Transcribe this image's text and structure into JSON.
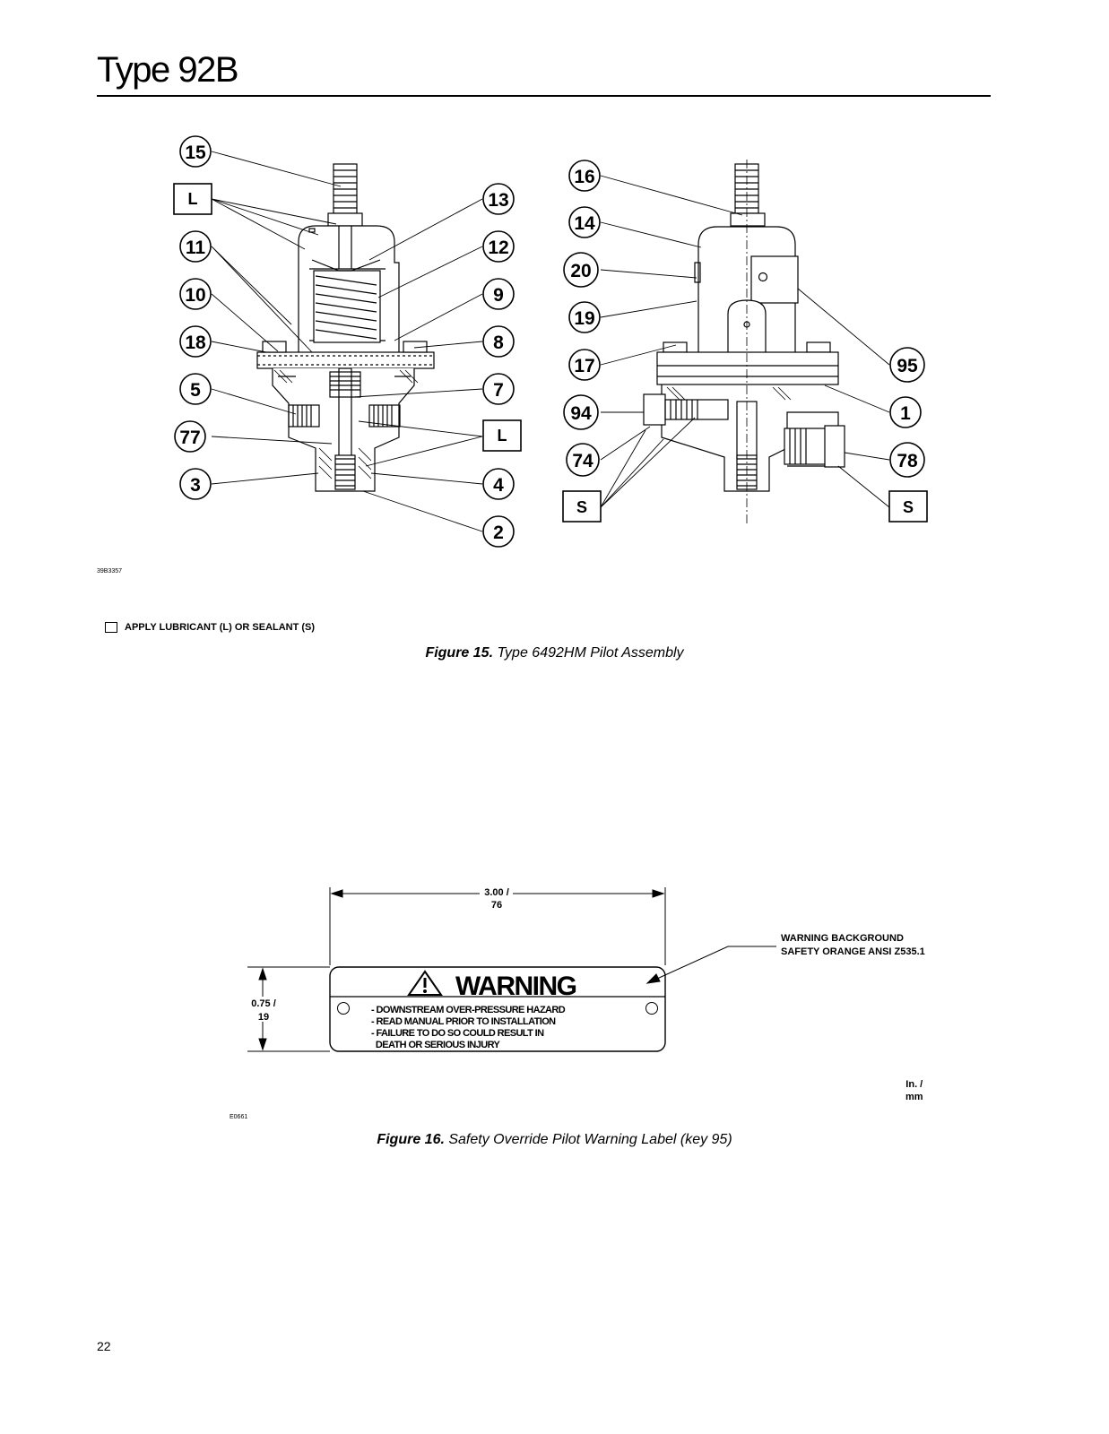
{
  "header": {
    "title": "Type 92B"
  },
  "figure15": {
    "drawing_number": "39B3357",
    "legend_text": "APPLY LUBRICANT (L) OR SEALANT (S)",
    "caption_label": "Figure 15.",
    "caption_text": "Type 6492HM Pilot Assembly",
    "left_view_callouts": [
      "15",
      "11",
      "10",
      "18",
      "5",
      "77",
      "3",
      "13",
      "12",
      "9",
      "8",
      "7",
      "4",
      "2"
    ],
    "left_view_boxes": [
      "L",
      "L"
    ],
    "right_view_callouts": [
      "16",
      "14",
      "20",
      "19",
      "17",
      "94",
      "74",
      "95",
      "1",
      "78"
    ],
    "right_view_boxes": [
      "S",
      "S"
    ]
  },
  "figure16": {
    "drawing_number": "E0661",
    "width_dim": {
      "line1": "3.00 /",
      "line2": "76"
    },
    "height_dim": {
      "line1": "0.75 /",
      "line2": "19"
    },
    "note": {
      "line1": "WARNING BACKGROUND",
      "line2": "SAFETY ORANGE ANSI Z535.1"
    },
    "label_heading": "WARNING",
    "label_lines": [
      "- DOWNSTREAM OVER-PRESSURE HAZARD",
      "- READ MANUAL PRIOR TO INSTALLATION",
      "- FAILURE TO DO SO COULD RESULT IN",
      "  DEATH OR SERIOUS INJURY"
    ],
    "units": {
      "line1": "In. /",
      "line2": "mm"
    },
    "caption_label": "Figure 16.",
    "caption_text": "Safety Override Pilot Warning Label (key 95)"
  },
  "footer": {
    "page_number": "22"
  }
}
